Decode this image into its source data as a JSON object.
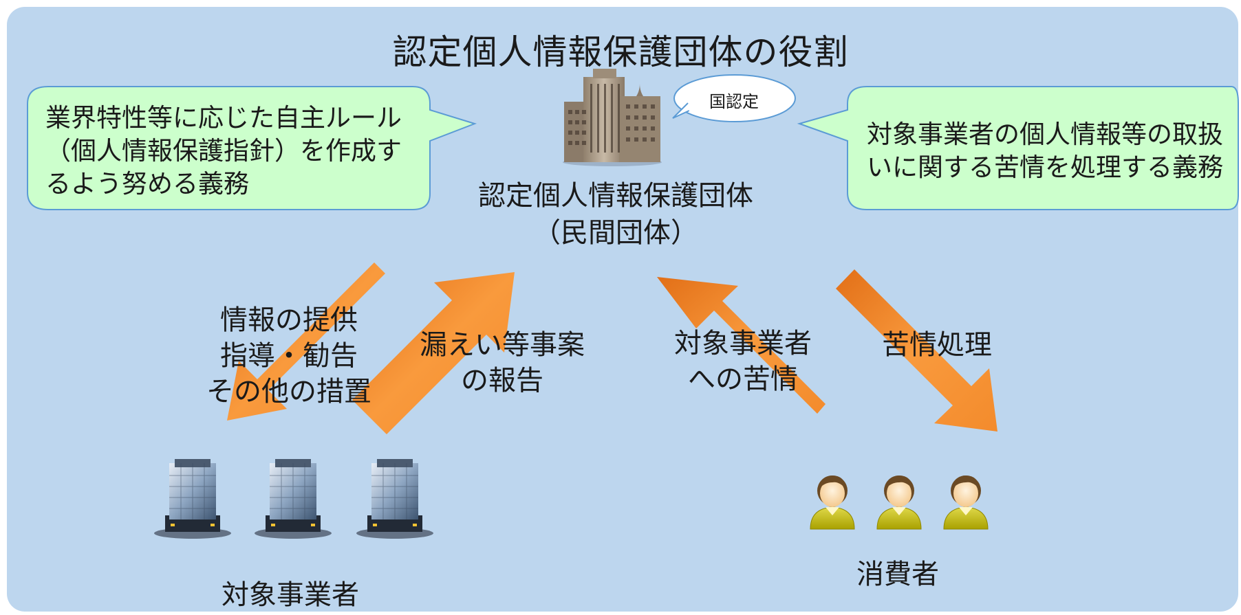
{
  "title": "認定個人情報保護団体の役割",
  "left_callout": {
    "lines": [
      "業界特性等に応じた自主ルール",
      "（個人情報保護指針）を作成す",
      "るよう努める義務"
    ]
  },
  "right_callout": {
    "lines": [
      "対象事業者の個人情報等の取扱",
      "いに関する苦情を処理する義務"
    ]
  },
  "badge": "国認定",
  "center_org": {
    "icon": "office-tower-icon",
    "lines": [
      "認定個人情報保護団体",
      "（民間団体）"
    ]
  },
  "arrows": [
    {
      "lines": [
        "情報の提供",
        "指導・勧告",
        "その他の措置"
      ]
    },
    {
      "lines": [
        "漏えい等事案",
        "の報告"
      ]
    },
    {
      "lines": [
        "対象事業者",
        "への苦情"
      ]
    },
    {
      "lines": [
        "苦情処理"
      ]
    }
  ],
  "businesses": {
    "label": "対象事業者",
    "icon": "business-building-icon",
    "count": 3
  },
  "consumers": {
    "label": "消費者",
    "icon": "person-icon",
    "count": 3
  },
  "colors": {
    "panel": "#bdd6ee",
    "callout_fill": "#ccffcc",
    "callout_border": "#5b9bd5",
    "arrow": "#f79537"
  }
}
